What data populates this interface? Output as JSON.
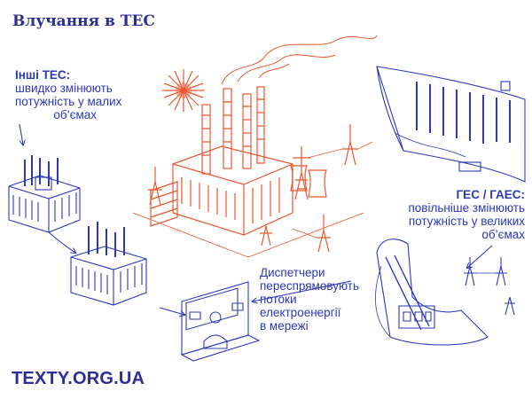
{
  "title": "Влучання в ТЕС",
  "other_tes": {
    "head": "Інші ТЕС:",
    "lines": [
      "швидко змінюють",
      "потужність у малих",
      "об’ємах"
    ]
  },
  "hydro": {
    "head": "ГЕС / ГАЕС:",
    "lines": [
      "повільніше змінюють",
      "потужність у великих",
      "об’ємах"
    ]
  },
  "dispatch": {
    "lines": [
      "Диспетчери",
      "переспрямовують",
      "потоки",
      "електроенергії",
      "в мережі"
    ]
  },
  "brand": "TEXTY.ORG.UA",
  "colors": {
    "blue": "#2d37b8",
    "orange": "#e8572f",
    "title": "#2b2f95"
  },
  "icons": [
    "power-plant-illustration",
    "factory-icon",
    "dam-illustration",
    "pumped-storage-illustration",
    "dispatcher-illustration",
    "power-tower-icon",
    "arrow-icon"
  ]
}
